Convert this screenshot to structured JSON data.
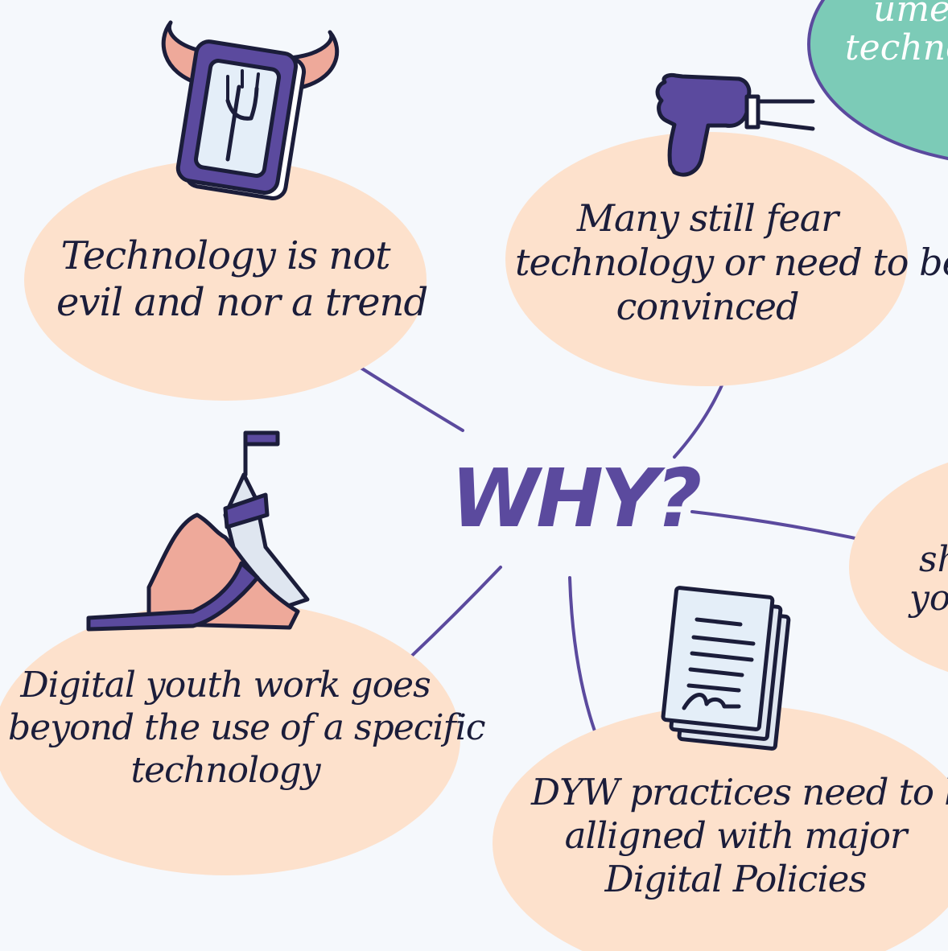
{
  "center": {
    "label": "WHY?"
  },
  "bubbles": [
    {
      "lines": [
        "Technology is not",
        "evil and nor a trend"
      ]
    },
    {
      "lines": [
        "Many still fear",
        "technology or need to be",
        "convinced"
      ]
    },
    {
      "lines": [
        "Digital youth work goes",
        "beyond the use of a specific",
        "technology"
      ]
    },
    {
      "lines": [
        "DYW practices need to be",
        "alligned with major",
        "Digital Policies"
      ]
    }
  ],
  "cropped": {
    "top_right": [
      "ume",
      "techno"
    ],
    "right": [
      "sh",
      "yo"
    ]
  },
  "icons": [
    "devil-phone-icon",
    "thumbs-down-icon",
    "mountain-flag-icon",
    "document-signature-icon"
  ],
  "colors": {
    "background": "#f5f8fc",
    "bubble": "#fde1cc",
    "accent_purple": "#5b4a9e",
    "teal": "#7ccbb7",
    "ink": "#1b1d3a",
    "salmon": "#eea99a"
  }
}
